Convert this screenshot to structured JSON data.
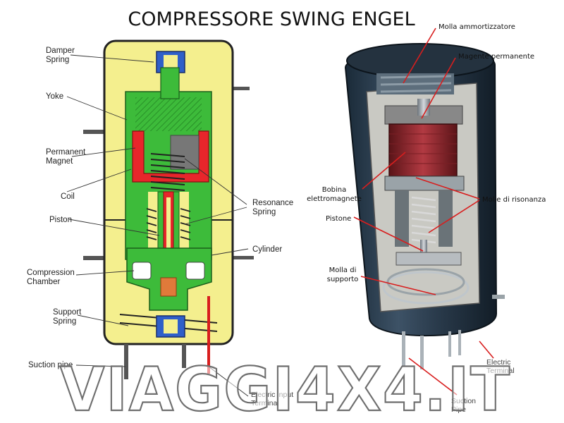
{
  "title": "COMPRESSORE SWING ENGEL",
  "watermark": "VIAGGI4X4.IT",
  "left_labels": {
    "damper_1": "Damper",
    "damper_2": "Spring",
    "yoke": "Yoke",
    "magnet_1": "Permanent",
    "magnet_2": "Magnet",
    "coil": "Coil",
    "piston": "Piston",
    "compression_1": "Compression",
    "compression_2": "Chamber",
    "support_1": "Support",
    "support_2": "Spring",
    "suction": "Suction pipe",
    "resonance_1": "Resonance",
    "resonance_2": "Spring",
    "cylinder": "Cylinder",
    "electric_1": "Electric input",
    "electric_2": "Terminal"
  },
  "right_labels": {
    "molla_amm": "Molla ammortizzatore",
    "magnete": "Magente permanente",
    "bobina_1": "Bobina",
    "bobina_2": "elettromagnete",
    "molle_ris": "Molle di risonanza",
    "pistone": "Pistone",
    "molla_sup_1": "Molla di",
    "molla_sup_2": "supporto",
    "electric_1": "Electric",
    "electric_2": "Terminal",
    "suction_1": "Suction",
    "suction_2": "Pipe"
  },
  "colors": {
    "housing": "#f4ef8e",
    "green": "#3dbb3a",
    "magnet_red": "#e8262b",
    "spring_blue": "#2f5fc9",
    "leader_red": "#d81e1e",
    "body_dark": "#2c3e50"
  }
}
